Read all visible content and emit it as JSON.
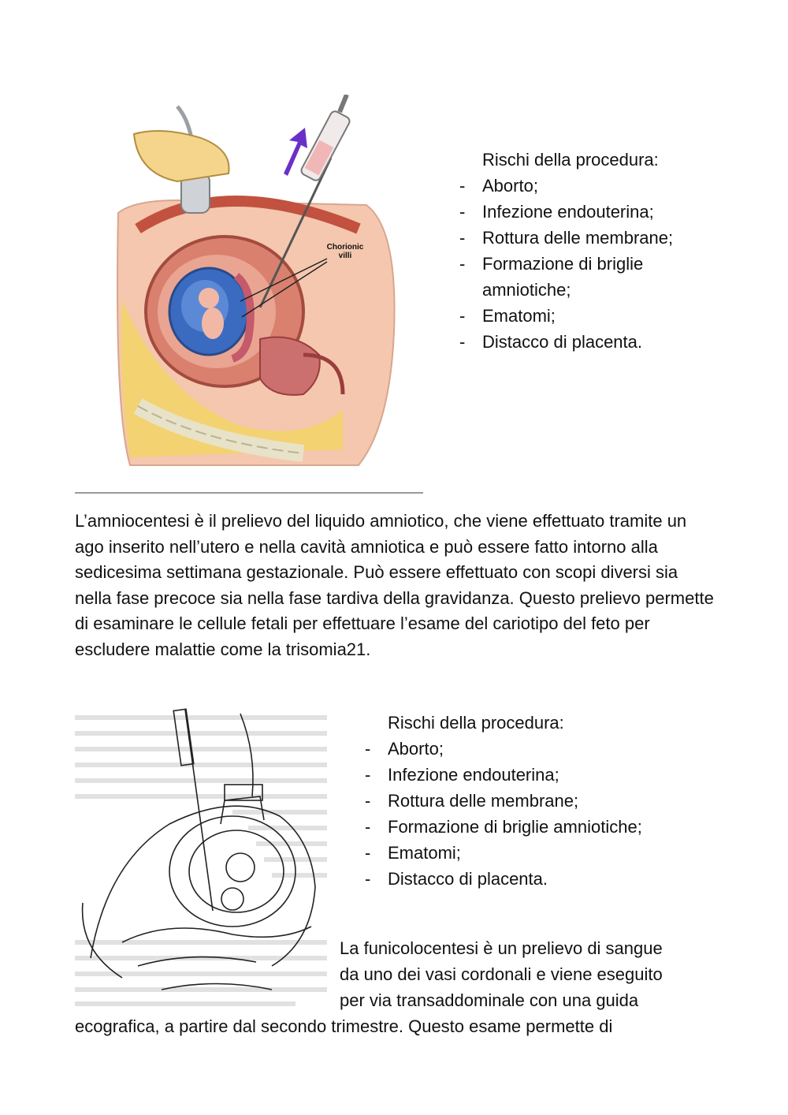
{
  "figure1": {
    "label_text": "Chorionic villi",
    "colors": {
      "skin": "#f4c7ae",
      "uterus": "#d9806e",
      "amniotic": "#3a6bc0",
      "arrow": "#6a2fc8",
      "needle": "#555555",
      "placenta": "#c45a6a"
    }
  },
  "risks1": {
    "heading": "Rischi della procedura:",
    "items": [
      "Aborto;",
      "Infezione endouterina;",
      "Rottura delle membrane;",
      "Formazione di briglie amniotiche;",
      "Ematomi;",
      "Distacco di placenta."
    ]
  },
  "paragraph1": "L’amniocentesi è il prelievo del liquido amniotico, che viene effettuato tramite un ago inserito nell’utero e nella cavità amniotica e può essere fatto intorno alla sedicesima settimana gestazionale. Può essere effettuato con scopi diversi sia nella fase precoce sia nella fase tardiva della gravidanza. Questo prelievo permette di esaminare le cellule fetali per effettuare l’esame del cariotipo del feto per escludere malattie come la trisomia21.",
  "risks2": {
    "heading": "Rischi della procedura:",
    "items": [
      "Aborto;",
      "Infezione endouterina;",
      "Rottura delle membrane;",
      "Formazione di briglie amniotiche;",
      "Ematomi;",
      "Distacco di placenta."
    ]
  },
  "paragraph2_lines": [
    "La funicolocentesi è un prelievo di sangue",
    "da uno dei vasi cordonali e viene eseguito",
    "per via transaddominale con una guida",
    "ecografica, a partire dal secondo trimestre. Questo esame permette di"
  ]
}
